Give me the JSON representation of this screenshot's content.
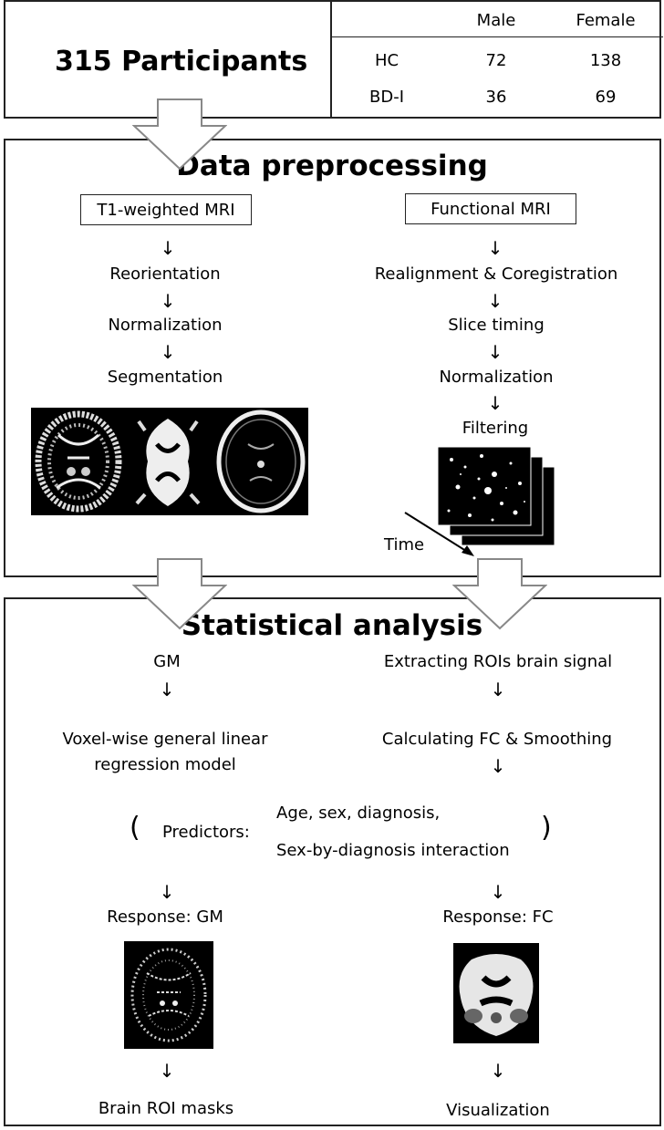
{
  "participants": {
    "title": "315 Participants",
    "table": {
      "headers": [
        "",
        "Male",
        "Female"
      ],
      "rows": [
        {
          "group": "HC",
          "male": "72",
          "female": "138"
        },
        {
          "group": "BD-I",
          "male": "36",
          "female": "69"
        }
      ]
    }
  },
  "preprocessing": {
    "title": "Data preprocessing",
    "t1": {
      "label": "T1-weighted MRI",
      "steps": [
        "Reorientation",
        "Normalization",
        "Segmentation"
      ]
    },
    "fmri": {
      "label": "Functional MRI",
      "steps": [
        "Realignment & Coregistration",
        "Slice timing",
        "Normalization",
        "Filtering"
      ],
      "time_label": "Time"
    }
  },
  "analysis": {
    "title": "Statistical analysis",
    "left": {
      "input": "GM",
      "model_line1": "Voxel-wise general linear",
      "model_line2": "regression model",
      "response": "Response: GM",
      "output": "Brain ROI masks"
    },
    "right": {
      "input": "Extracting ROIs brain signal",
      "step": "Calculating FC & Smoothing",
      "response": "Response: FC",
      "output": "Visualization"
    },
    "predictors": {
      "label": "Predictors:",
      "line1": "Age, sex, diagnosis,",
      "line2": "Sex-by-diagnosis interaction"
    }
  },
  "symbols": {
    "arrow": "↓",
    "open_paren": "(",
    "close_paren": ")"
  },
  "colors": {
    "border": "#222222",
    "arrow_fill": "#ffffff",
    "arrow_stroke": "#888888",
    "image_bg": "#000000"
  }
}
